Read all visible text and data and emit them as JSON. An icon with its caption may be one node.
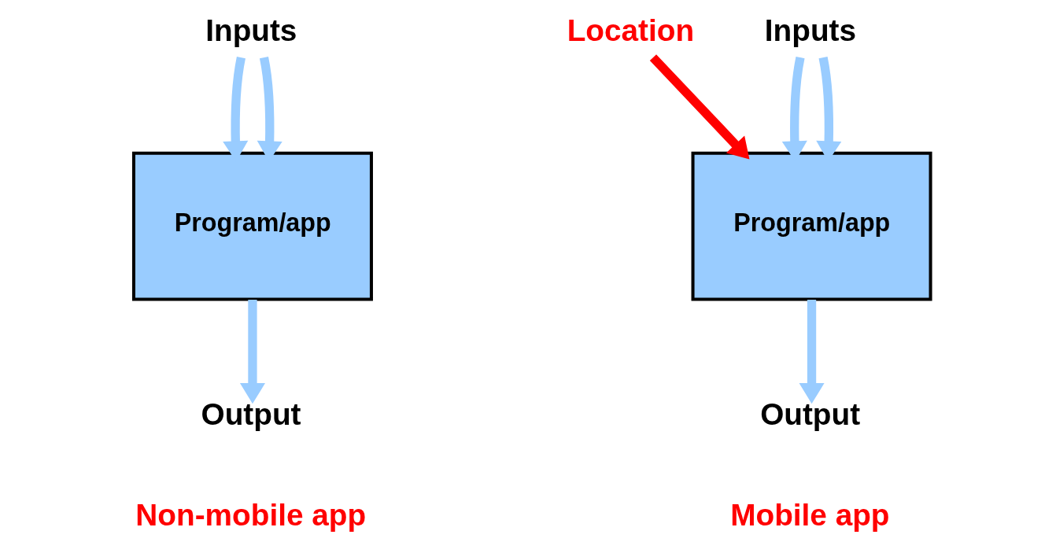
{
  "diagram": {
    "nodes": [
      {
        "text": [
          "Inputs"
        ]
      },
      {
        "text": [
          "Program/app"
        ]
      },
      {
        "text": [
          "Output"
        ]
      },
      {
        "text": [
          "Location"
        ]
      },
      {
        "text": [
          "Inputs"
        ]
      },
      {
        "text": [
          "Program/app"
        ]
      },
      {
        "text": [
          "Output"
        ]
      }
    ],
    "edges": [
      {
        "from": 0,
        "to": 1,
        "arrow": "to"
      },
      {
        "from": 0,
        "to": 1,
        "arrow": "to"
      },
      {
        "from": 1,
        "to": 2,
        "arrow": "to"
      },
      {
        "from": 3,
        "to": 5,
        "arrow": "to",
        "color": "#ff0000"
      },
      {
        "from": 4,
        "to": 5,
        "arrow": "to"
      },
      {
        "from": 4,
        "to": 5,
        "arrow": "to"
      },
      {
        "from": 5,
        "to": 6,
        "arrow": "to"
      }
    ],
    "labels": [
      "Non-mobile app",
      "Mobile app"
    ]
  }
}
